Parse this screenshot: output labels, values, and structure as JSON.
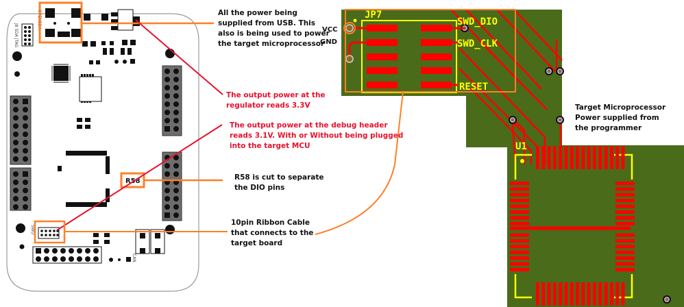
{
  "annotations": {
    "usb_power": "All the power being\nsupplied from USB. This\nalso is being used to power\nthe target microprocessor",
    "regulator": "The output power at the\nregulator reads 3.3V",
    "debug_header": "The output power at the debug header\nreads 3.1V. With or Without being plugged\ninto the target MCU",
    "r58_cut": "R58 is cut to separate\nthe DIO pins",
    "ribbon_cable": "10pin Ribbon Cable\nthat connects to the\ntarget board",
    "target_power": "Target Microprocessor\nPower supplied from\nthe programmer"
  },
  "board_labels": {
    "r58": "R58",
    "opensda": "OPENSDA",
    "jtag": "J8 SDA JTAG",
    "swd": "SWD",
    "can": "CAN"
  },
  "pcb_labels": {
    "connector": "JP7",
    "vcc": "VCC",
    "gnd": "GND",
    "swd_dio": "SWD_DIO",
    "swd_clk": "SWD_CLK",
    "reset": "RESET",
    "chip": "U1"
  },
  "colors": {
    "callout_orange": "#ff7f27",
    "callout_red": "#e8112d",
    "pcb_green": "#4a6b1a",
    "trace_red": "#ff0000",
    "silk_yellow": "#ffff00",
    "header_gray": "#6d6d6d"
  }
}
